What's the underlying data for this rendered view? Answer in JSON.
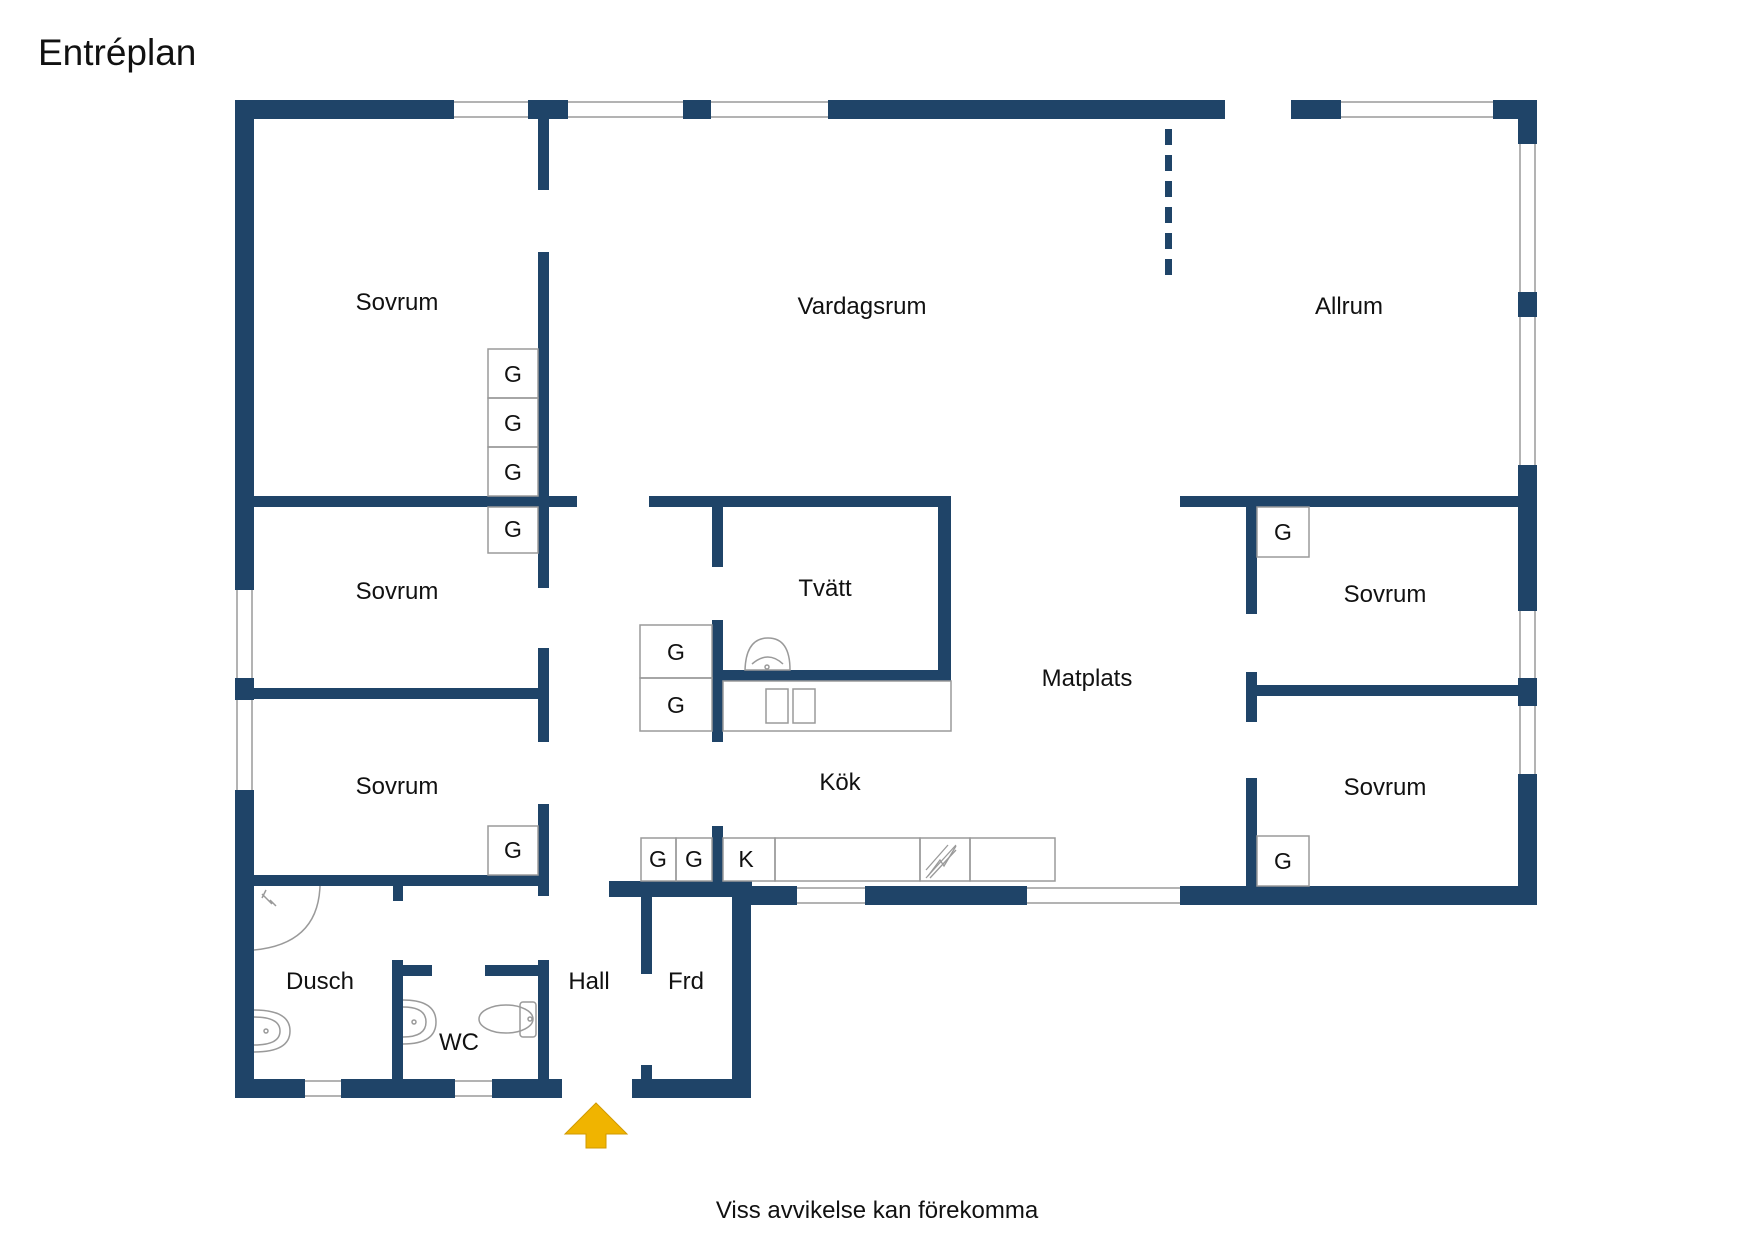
{
  "title": "Entréplan",
  "disclaimer": "Viss avvikelse kan förekomma",
  "colors": {
    "wall": "#1f4468",
    "fixture_line": "#9a9a9a",
    "entrance_arrow": "#f0b400",
    "background": "#ffffff"
  },
  "rooms": {
    "sovrum_top_left": "Sovrum",
    "vardagsrum": "Vardagsrum",
    "allrum": "Allrum",
    "sovrum_mid_left": "Sovrum",
    "tvatt": "Tvätt",
    "sovrum_right_upper": "Sovrum",
    "matplats": "Matplats",
    "sovrum_lower_left": "Sovrum",
    "kok": "Kök",
    "sovrum_right_lower": "Sovrum",
    "dusch": "Dusch",
    "wc": "WC",
    "hall": "Hall",
    "frd": "Frd"
  },
  "storage": {
    "wardrobe_label": "G",
    "kitchen_label": "K"
  },
  "icons": {
    "entrance": "entrance-arrow-icon",
    "stove": "stove-icon",
    "sink": "sink-icon",
    "toilet": "toilet-icon",
    "shower": "shower-icon",
    "washbasin": "washbasin-icon"
  }
}
